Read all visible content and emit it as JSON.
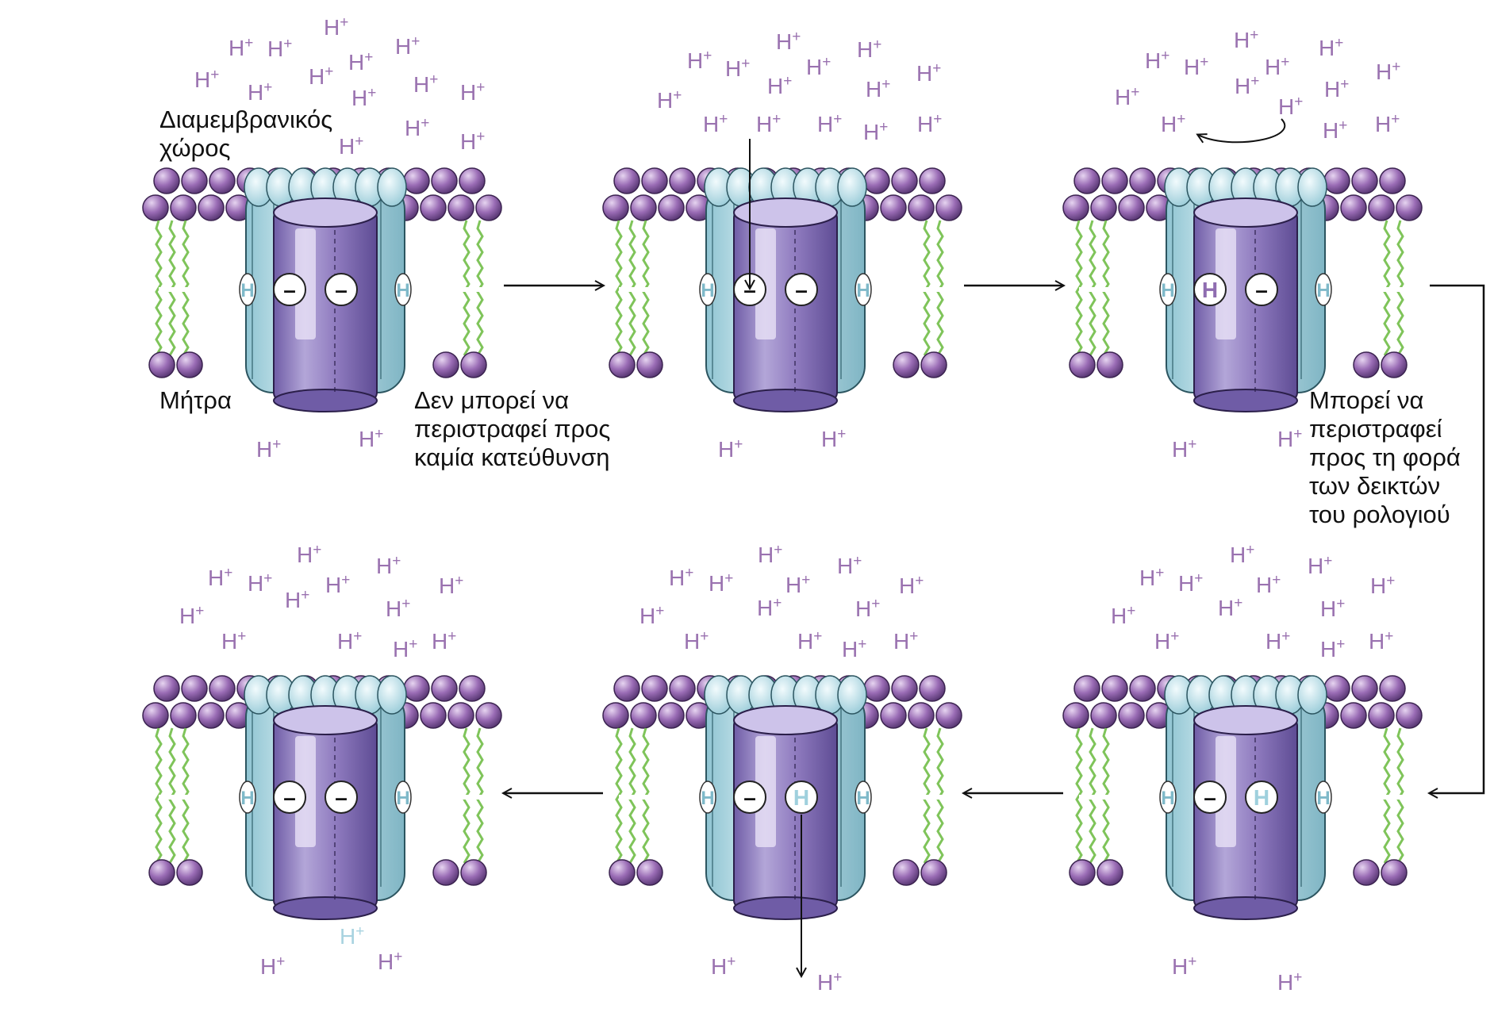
{
  "labels": {
    "intermembrane_space": [
      "Διαμεμβρανικός",
      "χώρος"
    ],
    "matrix": "Μήτρα",
    "cannot_rotate": [
      "Δεν μπορεί να",
      "περιστραφεί προς",
      "καμία κατεύθυνση"
    ],
    "can_rotate_clockwise": [
      "Μπορεί να",
      "περιστραφεί",
      "προς τη φορά",
      "των δεικτών",
      "του ρολογιού"
    ]
  },
  "ion_label": "H",
  "ion_charge": "+",
  "site_labels": {
    "proton": "H",
    "empty": "–"
  },
  "colors": {
    "ion": "#9a72b0",
    "ion_released": "#a8d3e0",
    "lipid_head": "#9a6cb5",
    "lipid_tail": "#7fc45a",
    "ring": "#b8dde6",
    "rotor": "#8f7bbf",
    "arrow": "#111111"
  },
  "panels": [
    {
      "id": "p1",
      "sites": [
        "empty",
        "empty"
      ],
      "ring_edges": [
        "proton",
        "proton"
      ],
      "rotation_arrow": false,
      "entry_arrow": false,
      "exit_arrow": false
    },
    {
      "id": "p2",
      "sites": [
        "empty",
        "empty"
      ],
      "ring_edges": [
        "proton",
        "proton"
      ],
      "rotation_arrow": false,
      "entry_arrow": true,
      "exit_arrow": false
    },
    {
      "id": "p3",
      "sites": [
        "proton",
        "empty"
      ],
      "ring_edges": [
        "proton",
        "proton"
      ],
      "rotation_arrow": true,
      "entry_arrow": false,
      "exit_arrow": false
    },
    {
      "id": "p4",
      "sites": [
        "empty",
        "proton"
      ],
      "ring_edges": [
        "proton",
        "proton"
      ],
      "rotation_arrow": false,
      "entry_arrow": false,
      "exit_arrow": false
    },
    {
      "id": "p5",
      "sites": [
        "empty",
        "proton"
      ],
      "ring_edges": [
        "proton",
        "proton"
      ],
      "rotation_arrow": false,
      "entry_arrow": false,
      "exit_arrow": true
    },
    {
      "id": "p6",
      "sites": [
        "empty",
        "empty"
      ],
      "ring_edges": [
        "proton",
        "proton"
      ],
      "rotation_arrow": false,
      "entry_arrow": false,
      "exit_arrow": false
    }
  ],
  "icons": [
    "transition-arrow-icon",
    "clockwise-rotation-icon",
    "proton-entry-arrow-icon",
    "proton-exit-arrow-icon"
  ]
}
